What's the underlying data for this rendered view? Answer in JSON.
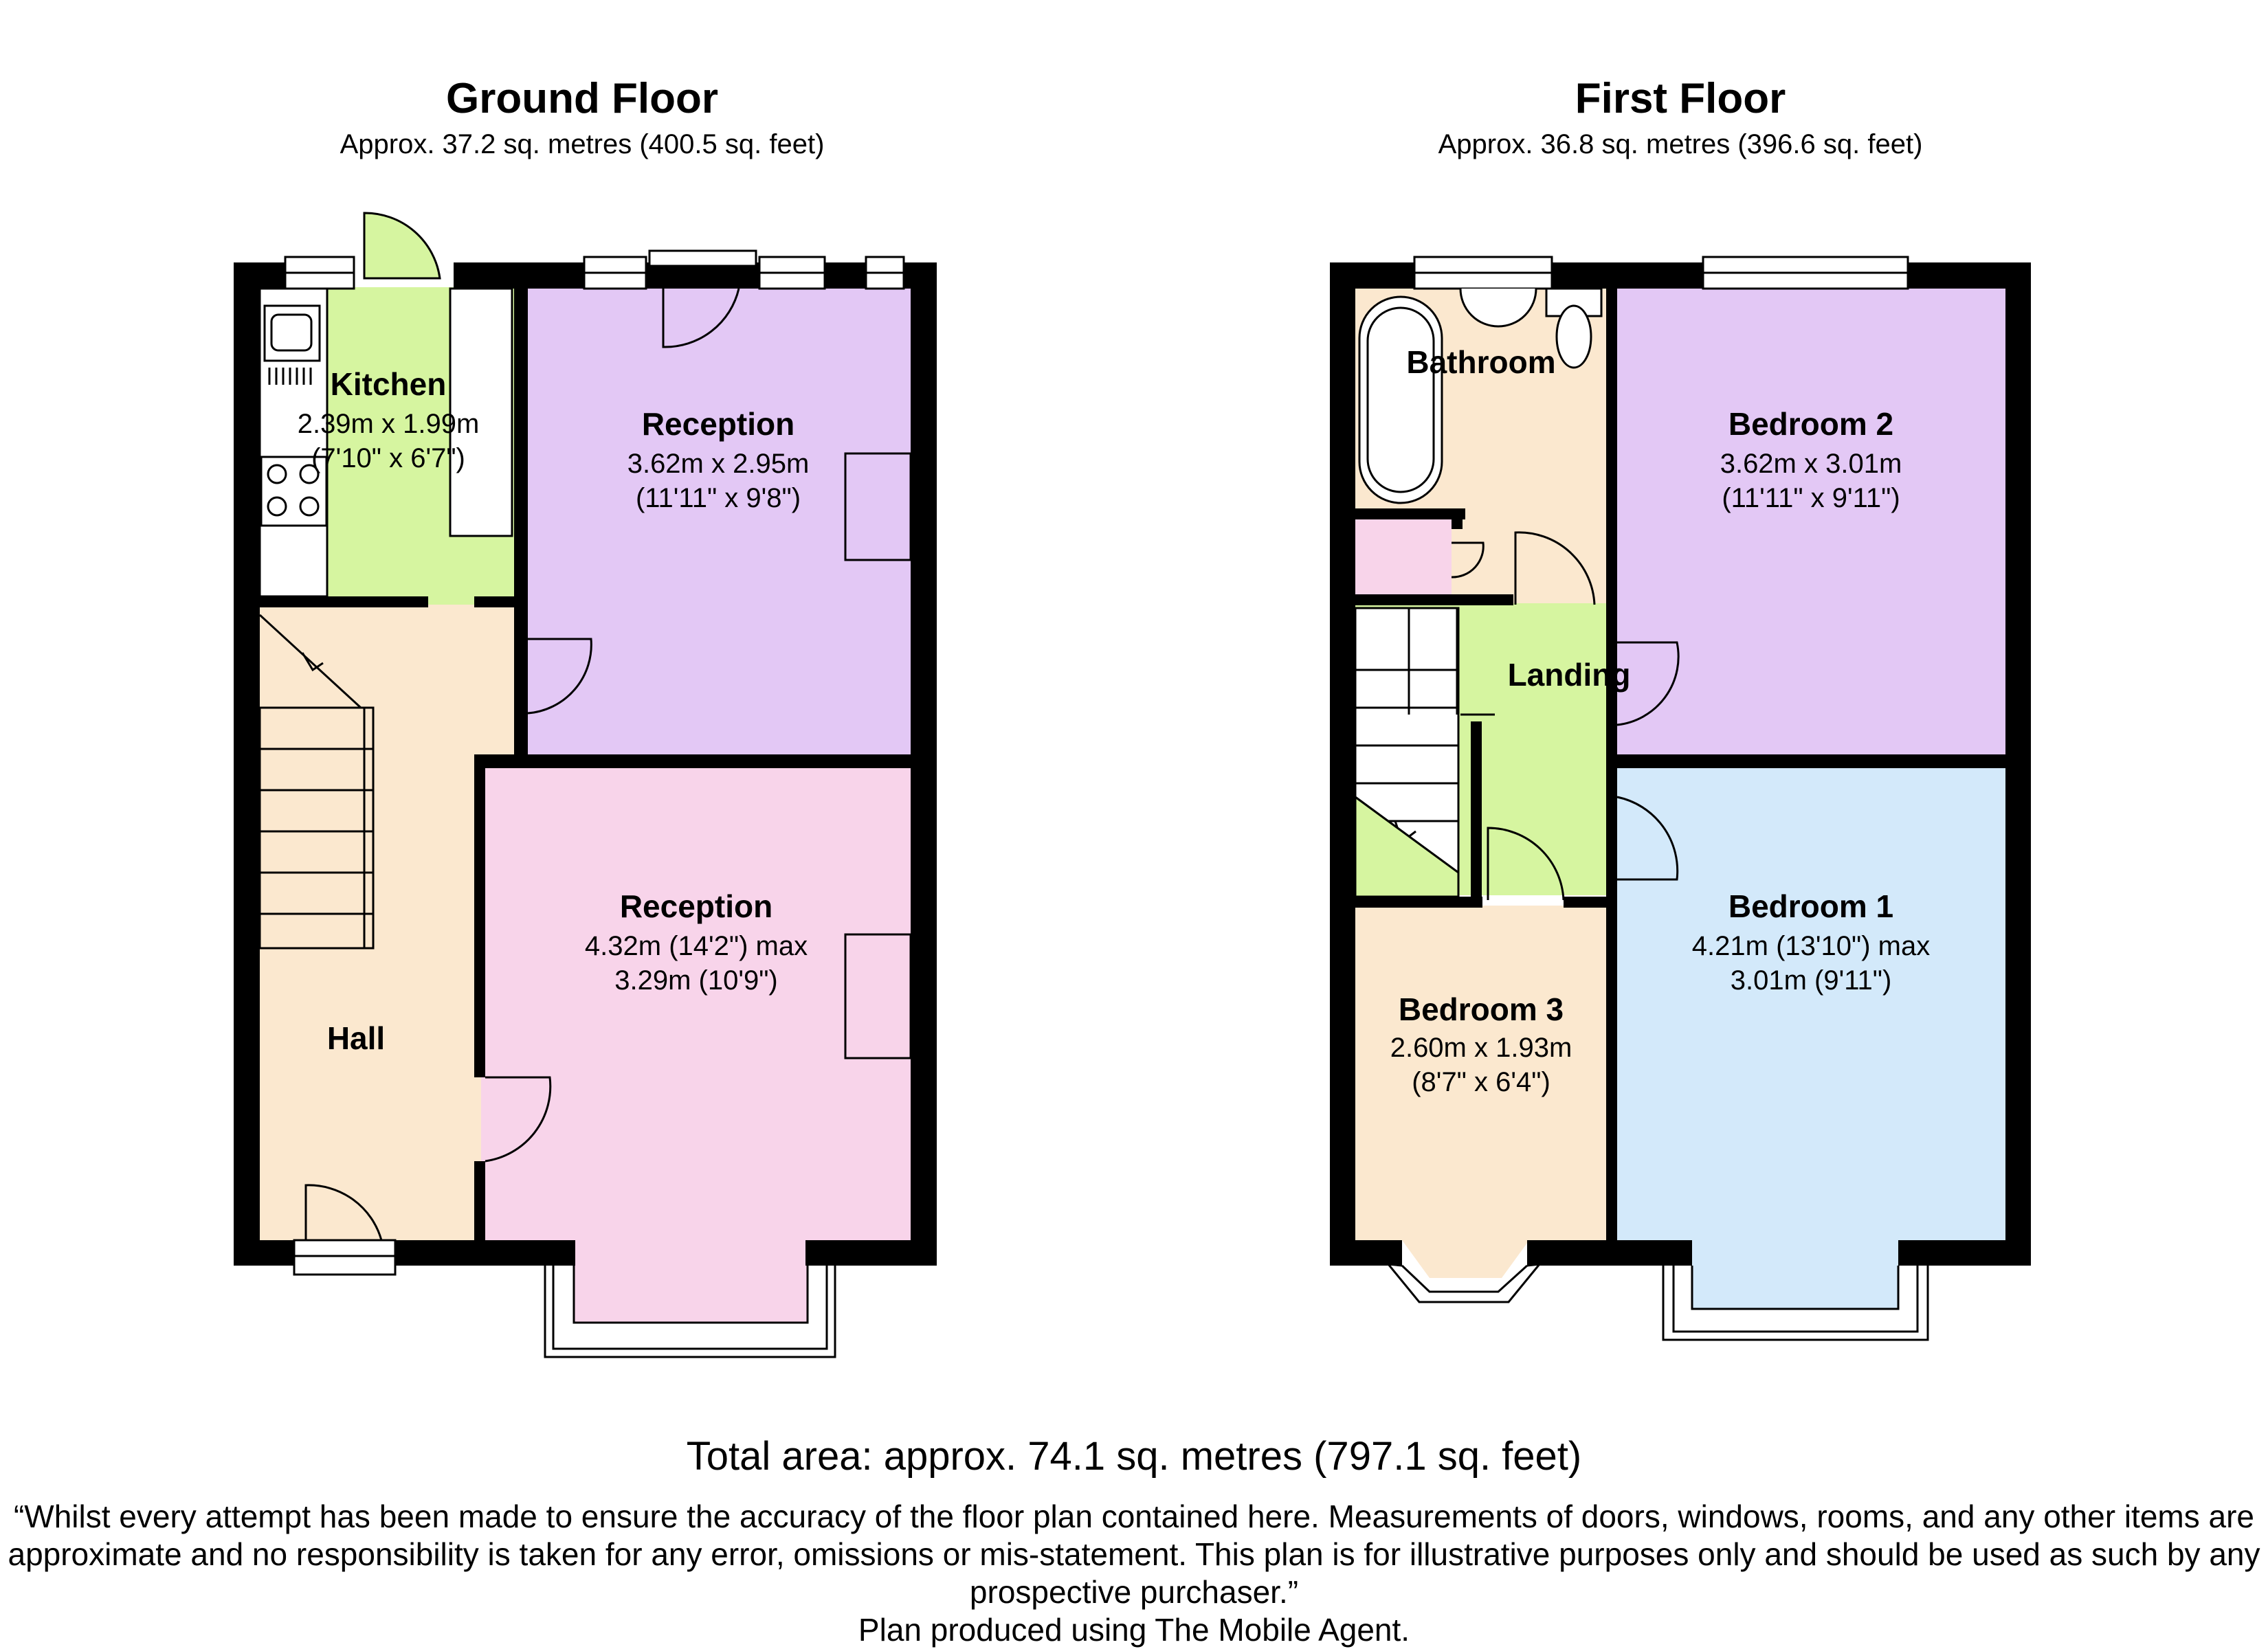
{
  "ground_floor": {
    "title": "Ground Floor",
    "area": "Approx.  37.2 sq. metres (400.5 sq. feet)",
    "rooms": {
      "kitchen": {
        "name": "Kitchen",
        "dim1": "2.39m x 1.99m",
        "dim2": "(7'10\" x 6'7\")",
        "color": "#d6f5a0"
      },
      "reception_rear": {
        "name": "Reception",
        "dim1": "3.62m x 2.95m",
        "dim2": "(11'11\" x 9'8\")",
        "color": "#e3c8f5"
      },
      "reception_front": {
        "name": "Reception",
        "dim1": "4.32m (14'2\") max",
        "dim2": "3.29m (10'9\")",
        "color": "#f8d4ea"
      },
      "hall": {
        "name": "Hall",
        "color": "#fbe8cf"
      }
    }
  },
  "first_floor": {
    "title": "First Floor",
    "area": "Approx.  36.8 sq. metres (396.6 sq. feet)",
    "rooms": {
      "bathroom": {
        "name": "Bathroom",
        "color": "#fbe8cf"
      },
      "bedroom2": {
        "name": "Bedroom 2",
        "dim1": "3.62m x 3.01m",
        "dim2": "(11'11\" x 9'11\")",
        "color": "#e3c8f5"
      },
      "landing": {
        "name": "Landing",
        "color": "#d6f5a0"
      },
      "bedroom1": {
        "name": "Bedroom 1",
        "dim1": "4.21m (13'10\") max",
        "dim2": "3.01m (9'11\")",
        "color": "#d3e9fa"
      },
      "bedroom3": {
        "name": "Bedroom 3",
        "dim1": "2.60m x 1.93m",
        "dim2": "(8'7\" x 6'4\")",
        "color": "#fbe8cf"
      },
      "wc_cupboard": {
        "color": "#f8d4ea"
      }
    }
  },
  "total_area": "Total area: approx.  74.1 sq. metres (797.1 sq. feet)",
  "disclaimer": "“Whilst every attempt has been made to ensure the accuracy of the floor plan contained here. Measurements of doors, windows, rooms, and any other items are approximate and no responsibility is taken for any error, omissions or mis-statement. This plan is for illustrative purposes only and should be used as such by any prospective purchaser.”",
  "credit": "Plan produced using The Mobile Agent.",
  "colors": {
    "wall": "#000000",
    "line": "#000000"
  }
}
